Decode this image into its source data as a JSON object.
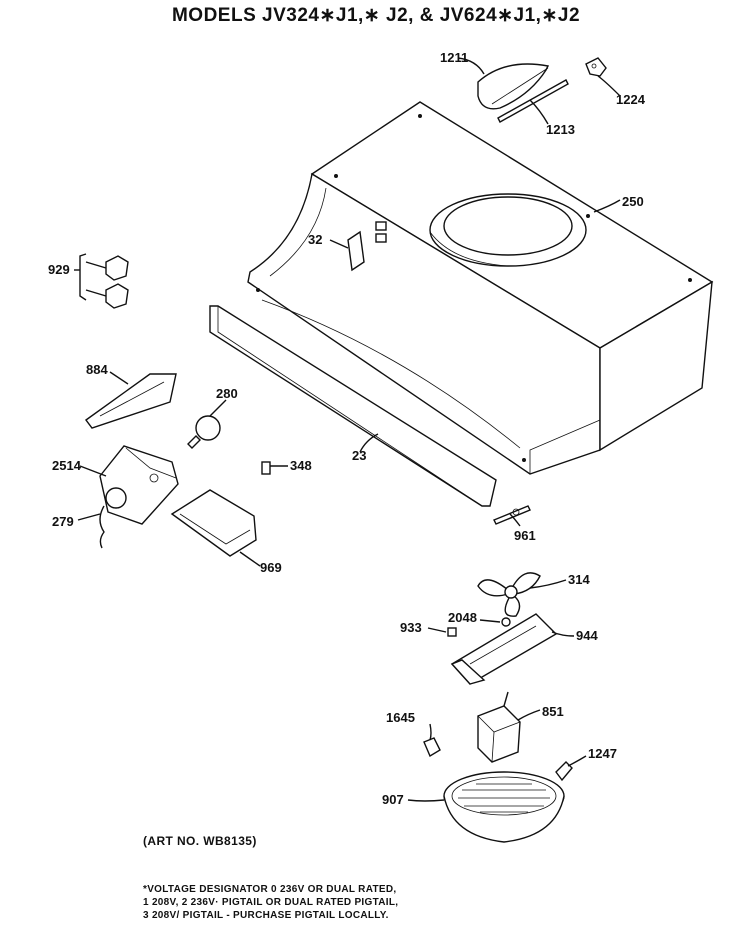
{
  "title": "MODELS JV324∗J1,∗ J2, & JV624∗J1,∗J2",
  "art_number": "(ART NO. WB8135)",
  "footnote": {
    "line1": "*VOLTAGE DESIGNATOR 0 236V OR DUAL RATED,",
    "line2": "1 208V, 2 236V· PIGTAIL OR DUAL RATED PIGTAIL,",
    "line3": "3 208V/ PIGTAIL - PURCHASE PIGTAIL LOCALLY."
  },
  "labels": {
    "p1211": "1211",
    "p1213": "1213",
    "p1224": "1224",
    "p250": "250",
    "p32": "32",
    "p929": "929",
    "p884": "884",
    "p280": "280",
    "p2514": "2514",
    "p279": "279",
    "p348": "348",
    "p23": "23",
    "p969": "969",
    "p961": "961",
    "p314": "314",
    "p2048": "2048",
    "p933": "933",
    "p944": "944",
    "p1645": "1645",
    "p851": "851",
    "p1247": "1247",
    "p907": "907"
  }
}
